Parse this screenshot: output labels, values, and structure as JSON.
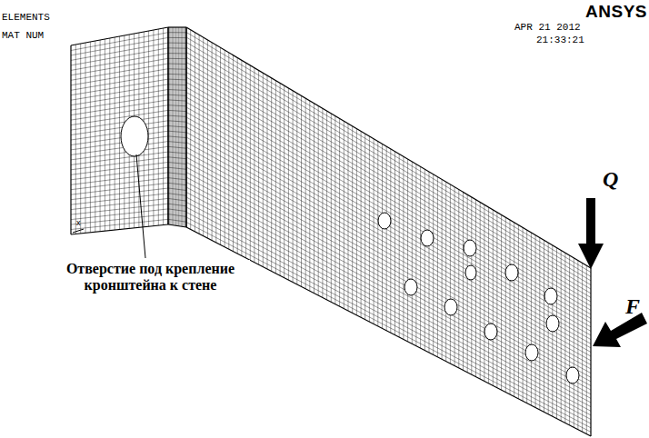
{
  "diagram": {
    "labels": [
      "ELEMENTS",
      "MAT NUM",
      "ANSYS",
      "APR 21 2012",
      "21:33:21",
      "Отверстие под крепление кронштейна к стене",
      "Q",
      "F",
      "x"
    ]
  }
}
